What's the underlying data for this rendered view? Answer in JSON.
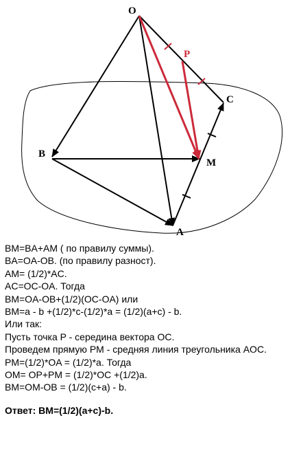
{
  "colors": {
    "ink": "#000000",
    "accent": "#cc2a3a"
  },
  "points": {
    "O": "O",
    "P": "P",
    "C": "C",
    "B": "B",
    "M": "M",
    "A": "A"
  },
  "solution": {
    "lines": [
      "BM=BA+AM ( по правилу суммы).",
      "BA=OA-OB.  (по правилу разност).",
      "AM= (1/2)*AC.",
      "AC=OC-OA.  Тогда",
      "BM=OA-OB+(1/2)(OC-OA) или",
      "BM=a - b +(1/2)*c-(1/2)*a = (1/2)(a+c) - b.",
      "Или так:",
      "Пусть точка P - середина вектора OC.",
      "Проведем прямую PM - средняя линия треугольника AOC.",
      "PM=(1/2)*OA = (1/2)*a. Тогда",
      "OM= OP+PM = (1/2)*OC +(1/2)a.",
      "BM=OM-OB = (1/2)(c+a) - b."
    ],
    "answer": "Ответ: BM=(1/2)(a+c)-b."
  }
}
